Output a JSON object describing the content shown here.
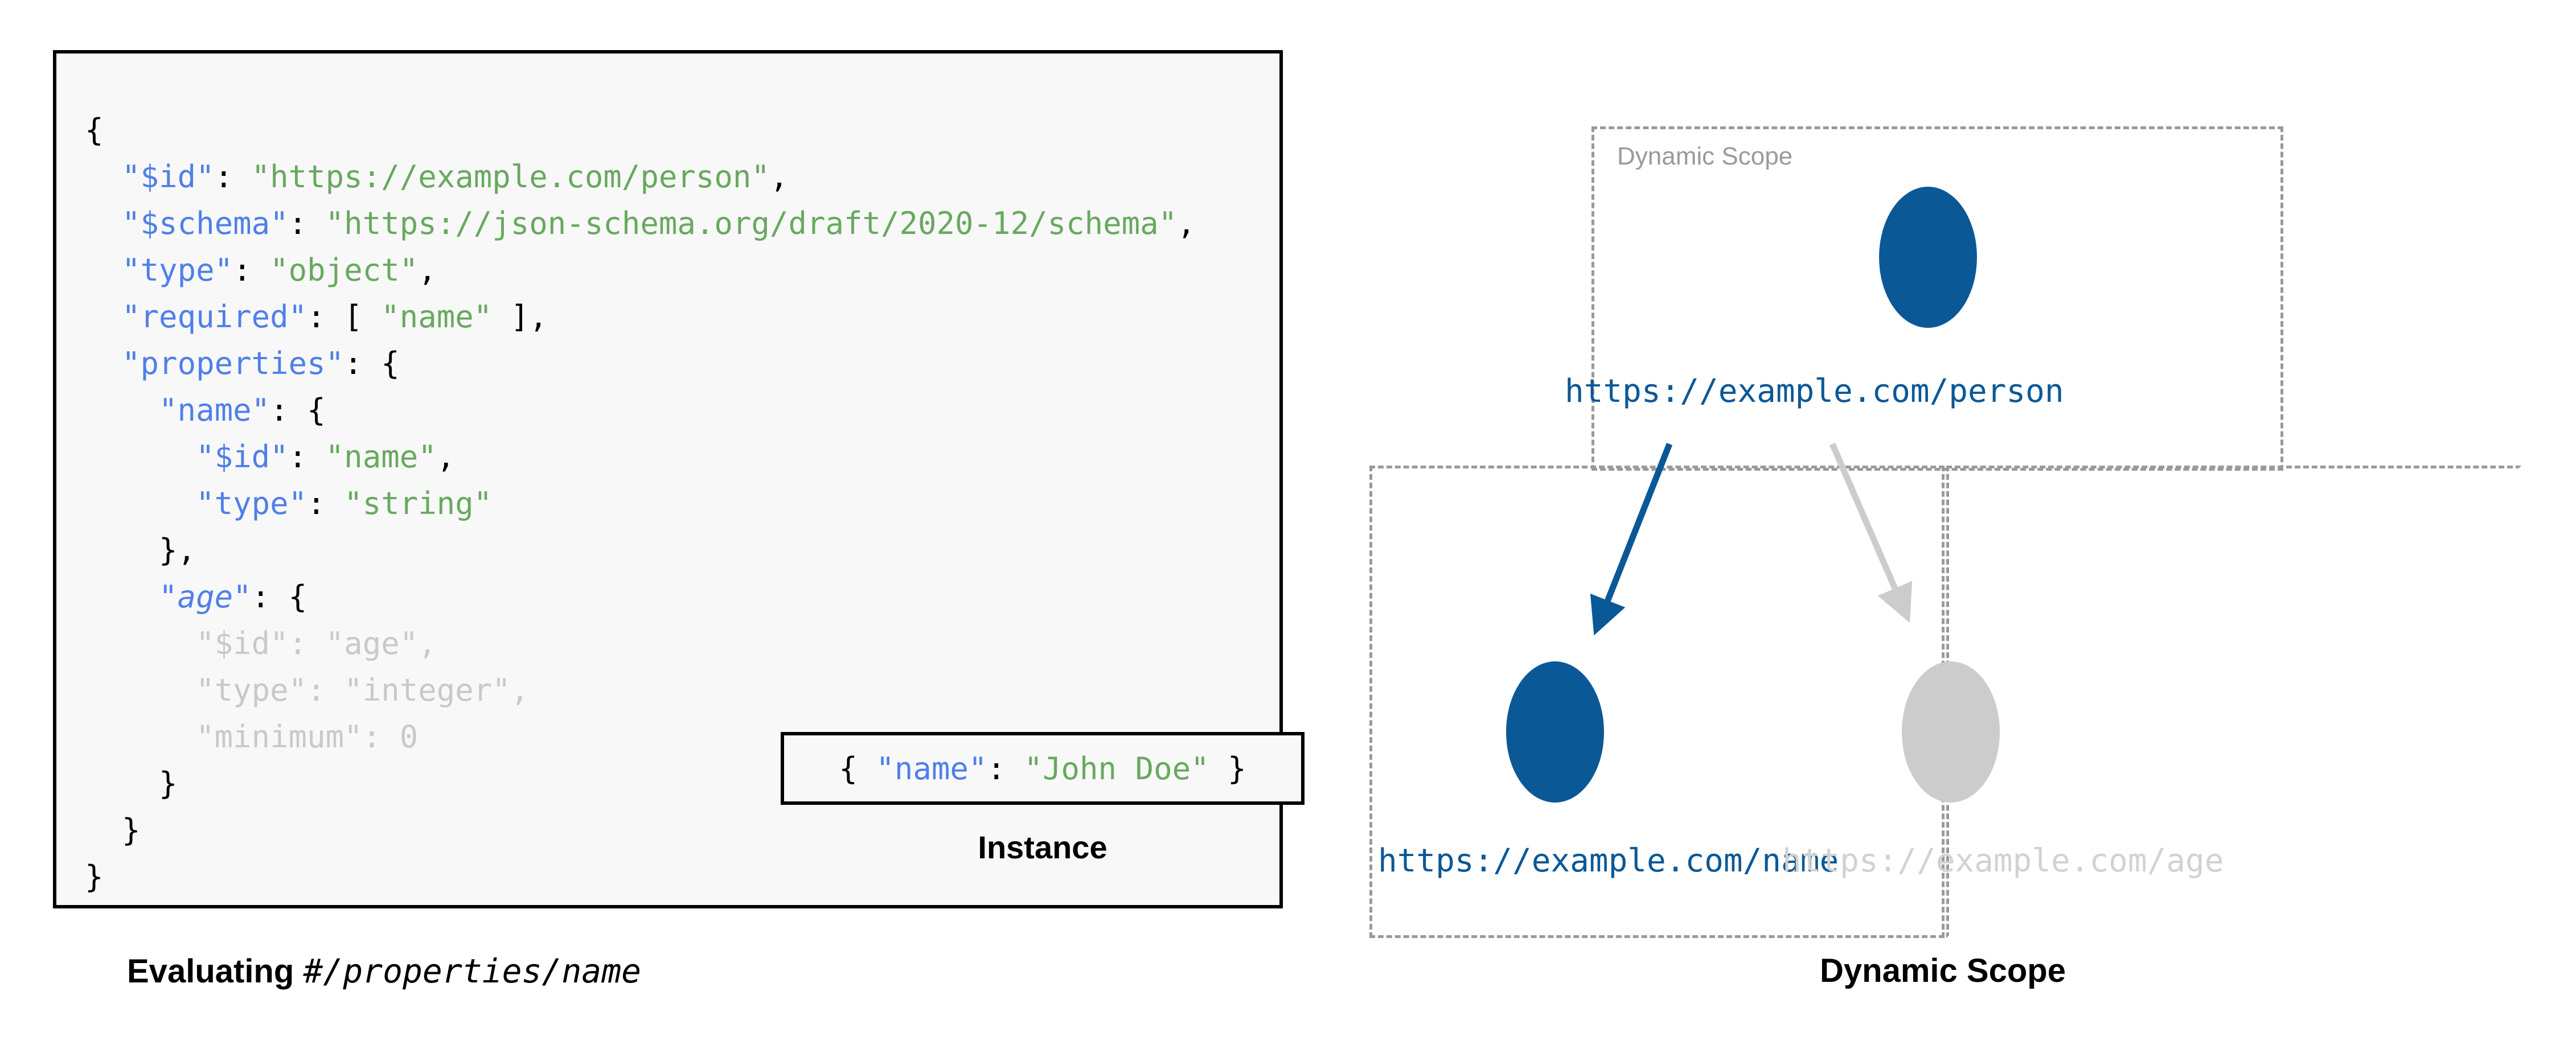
{
  "left_panel": {
    "caption_bold": "Evaluating",
    "caption_mono": "#/properties/name",
    "schema_lines": [
      {
        "indent": 0,
        "tokens": [
          {
            "t": "{",
            "c": "p"
          }
        ]
      },
      {
        "indent": 1,
        "tokens": [
          {
            "t": "\"$id\"",
            "c": "k"
          },
          {
            "t": ": ",
            "c": "p"
          },
          {
            "t": "\"https://example.com/person\"",
            "c": "s"
          },
          {
            "t": ",",
            "c": "p"
          }
        ]
      },
      {
        "indent": 1,
        "tokens": [
          {
            "t": "\"$schema\"",
            "c": "k"
          },
          {
            "t": ": ",
            "c": "p"
          },
          {
            "t": "\"https://json-schema.org/draft/2020-12/schema\"",
            "c": "s"
          },
          {
            "t": ",",
            "c": "p"
          }
        ]
      },
      {
        "indent": 1,
        "tokens": [
          {
            "t": "\"type\"",
            "c": "k"
          },
          {
            "t": ": ",
            "c": "p"
          },
          {
            "t": "\"object\"",
            "c": "s"
          },
          {
            "t": ",",
            "c": "p"
          }
        ]
      },
      {
        "indent": 1,
        "tokens": [
          {
            "t": "\"required\"",
            "c": "k"
          },
          {
            "t": ": [ ",
            "c": "p"
          },
          {
            "t": "\"name\"",
            "c": "s"
          },
          {
            "t": " ],",
            "c": "p"
          }
        ]
      },
      {
        "indent": 1,
        "tokens": [
          {
            "t": "\"properties\"",
            "c": "k"
          },
          {
            "t": ": {",
            "c": "p"
          }
        ]
      },
      {
        "indent": 2,
        "tokens": [
          {
            "t": "\"name\"",
            "c": "k"
          },
          {
            "t": ": {",
            "c": "p"
          }
        ]
      },
      {
        "indent": 3,
        "tokens": [
          {
            "t": "\"$id\"",
            "c": "k"
          },
          {
            "t": ": ",
            "c": "p"
          },
          {
            "t": "\"name\"",
            "c": "s"
          },
          {
            "t": ",",
            "c": "p"
          }
        ]
      },
      {
        "indent": 3,
        "tokens": [
          {
            "t": "\"type\"",
            "c": "k"
          },
          {
            "t": ": ",
            "c": "p"
          },
          {
            "t": "\"string\"",
            "c": "s"
          }
        ]
      },
      {
        "indent": 2,
        "tokens": [
          {
            "t": "},",
            "c": "p"
          }
        ]
      },
      {
        "indent": 2,
        "tokens": [
          {
            "t": "\"age\"",
            "c": "k it"
          },
          {
            "t": ": {",
            "c": "p"
          }
        ]
      },
      {
        "indent": 3,
        "tokens": [
          {
            "t": "\"$id\"",
            "c": "fade-k"
          },
          {
            "t": ": ",
            "c": "fade-p"
          },
          {
            "t": "\"age\"",
            "c": "fade-s"
          },
          {
            "t": ",",
            "c": "fade-p"
          }
        ]
      },
      {
        "indent": 3,
        "tokens": [
          {
            "t": "\"type\"",
            "c": "fade-k"
          },
          {
            "t": ": ",
            "c": "fade-p"
          },
          {
            "t": "\"integer\"",
            "c": "fade-s"
          },
          {
            "t": ",",
            "c": "fade-p"
          }
        ]
      },
      {
        "indent": 3,
        "tokens": [
          {
            "t": "\"minimum\"",
            "c": "fade-k"
          },
          {
            "t": ": 0",
            "c": "fade-p"
          }
        ]
      },
      {
        "indent": 2,
        "tokens": [
          {
            "t": "}",
            "c": "p"
          }
        ]
      },
      {
        "indent": 1,
        "tokens": [
          {
            "t": "}",
            "c": "p"
          }
        ]
      },
      {
        "indent": 0,
        "tokens": [
          {
            "t": "}",
            "c": "p"
          }
        ]
      }
    ],
    "instance": {
      "caption": "Instance",
      "tokens": [
        {
          "t": "{ ",
          "c": "p"
        },
        {
          "t": "\"name\"",
          "c": "k"
        },
        {
          "t": ": ",
          "c": "p"
        },
        {
          "t": "\"John Doe\"",
          "c": "s"
        },
        {
          "t": " }",
          "c": "p"
        }
      ]
    }
  },
  "right_diagram": {
    "caption": "Dynamic Scope",
    "scope_label": "Dynamic Scope",
    "nodes": [
      {
        "id": "person",
        "label": "https://example.com/person",
        "color": "#0b5897",
        "state": "active"
      },
      {
        "id": "name",
        "label": "https://example.com/name",
        "color": "#0b5897",
        "state": "active"
      },
      {
        "id": "age",
        "label": "https://example.com/age",
        "color": "#cccccc",
        "state": "faded"
      }
    ],
    "edges": [
      {
        "from": "person",
        "to": "name",
        "color": "#0b5897",
        "state": "active"
      },
      {
        "from": "person",
        "to": "age",
        "color": "#cccccc",
        "state": "faded"
      }
    ]
  },
  "colors": {
    "accent_blue": "#0b5897",
    "faded_grey": "#cccccc",
    "dash_grey": "#9a9a9a",
    "json_key": "#4f80e8",
    "json_string": "#68a95f",
    "panel_bg": "#f8f8f8"
  }
}
